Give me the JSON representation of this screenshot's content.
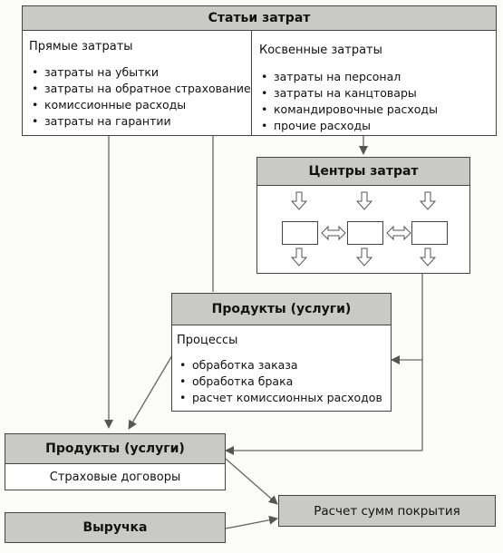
{
  "cost_items": {
    "title": "Статьи затрат",
    "direct": {
      "title": "Прямые затраты",
      "items": [
        "затраты на убытки",
        "затраты на обратное страхование",
        "комиссионные расходы",
        "затраты на гарантии"
      ]
    },
    "indirect": {
      "title": "Косвенные затраты",
      "items": [
        "затраты на персонал",
        "затраты на канцтовары",
        "командировочные расходы",
        "прочие расходы"
      ]
    }
  },
  "cost_centers": {
    "title": "Центры затрат"
  },
  "products_processes": {
    "title": "Продукты (услуги)",
    "subtitle": "Процессы",
    "items": [
      "обработка заказа",
      "обработка брака",
      "расчет комиссионных расходов"
    ]
  },
  "products_contracts": {
    "title": "Продукты (услуги)",
    "subtitle": "Страховые договоры"
  },
  "revenue": {
    "title": "Выручка"
  },
  "coverage": {
    "title": "Расчет сумм покрытия"
  }
}
